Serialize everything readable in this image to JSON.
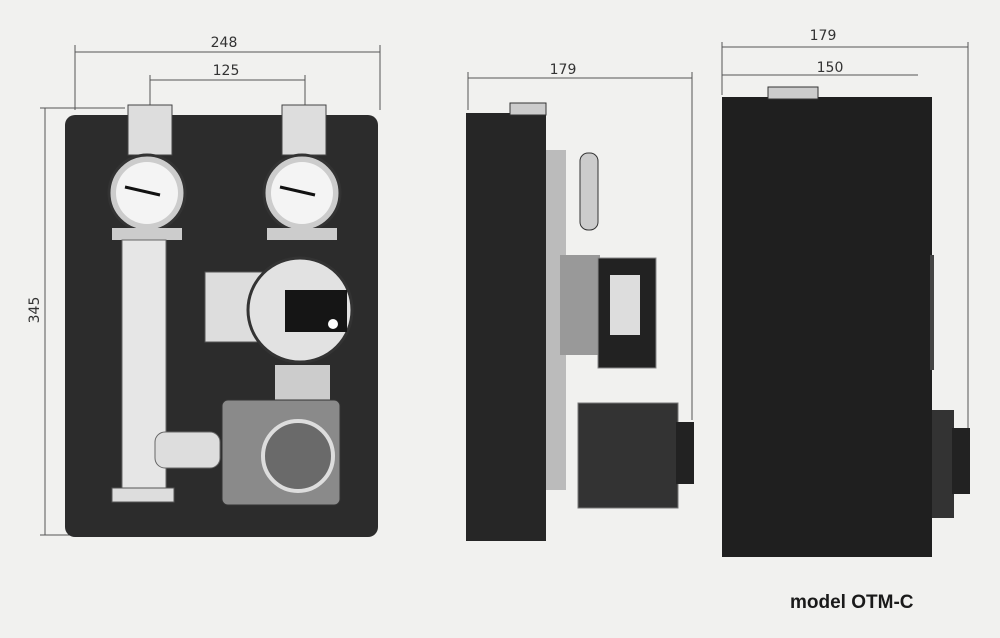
{
  "dimensions": {
    "front_width": "248",
    "front_pipe_spacing": "125",
    "front_height": "345",
    "side_depth": "179",
    "back_depth": "179",
    "back_width": "150"
  },
  "model_label": "model OTM-C"
}
